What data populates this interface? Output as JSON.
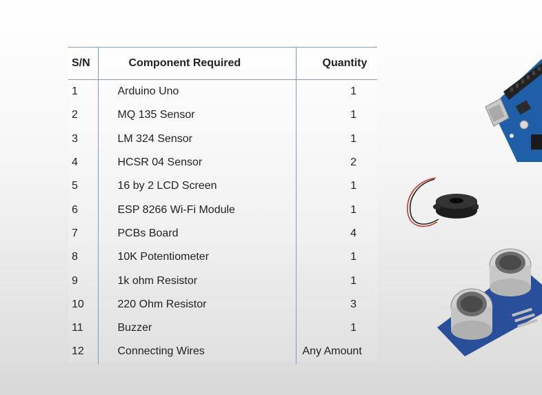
{
  "table": {
    "headers": {
      "sn": "S/N",
      "component": "Component Required",
      "quantity": "Quantity"
    },
    "rows": [
      {
        "sn": "1",
        "component": "Arduino Uno",
        "quantity": "1"
      },
      {
        "sn": "2",
        "component": "MQ 135 Sensor",
        "quantity": "1"
      },
      {
        "sn": "3",
        "component": "LM 324 Sensor",
        "quantity": "1"
      },
      {
        "sn": "4",
        "component": "HCSR 04 Sensor",
        "quantity": "2"
      },
      {
        "sn": "5",
        "component": "16 by 2 LCD Screen",
        "quantity": "1"
      },
      {
        "sn": "6",
        "component": "ESP 8266 Wi-Fi Module",
        "quantity": "1"
      },
      {
        "sn": "7",
        "component": "PCBs Board",
        "quantity": "4"
      },
      {
        "sn": "8",
        "component": "10K Potentiometer",
        "quantity": "1"
      },
      {
        "sn": "9",
        "component": "1k ohm Resistor",
        "quantity": "1"
      },
      {
        "sn": "10",
        "component": "220 Ohm Resistor",
        "quantity": "3"
      },
      {
        "sn": "11",
        "component": "Buzzer",
        "quantity": "1"
      },
      {
        "sn": "12",
        "component": "Connecting Wires",
        "quantity": "Any Amount"
      }
    ]
  },
  "images": {
    "board": "arduino-board-image",
    "buzzer": "buzzer-image",
    "sensor": "ultrasonic-sensor-image"
  },
  "colors": {
    "grid_line": "#7d9bc7",
    "board_blue": "#1f5fa8",
    "sensor_blue": "#2a4f9a"
  }
}
